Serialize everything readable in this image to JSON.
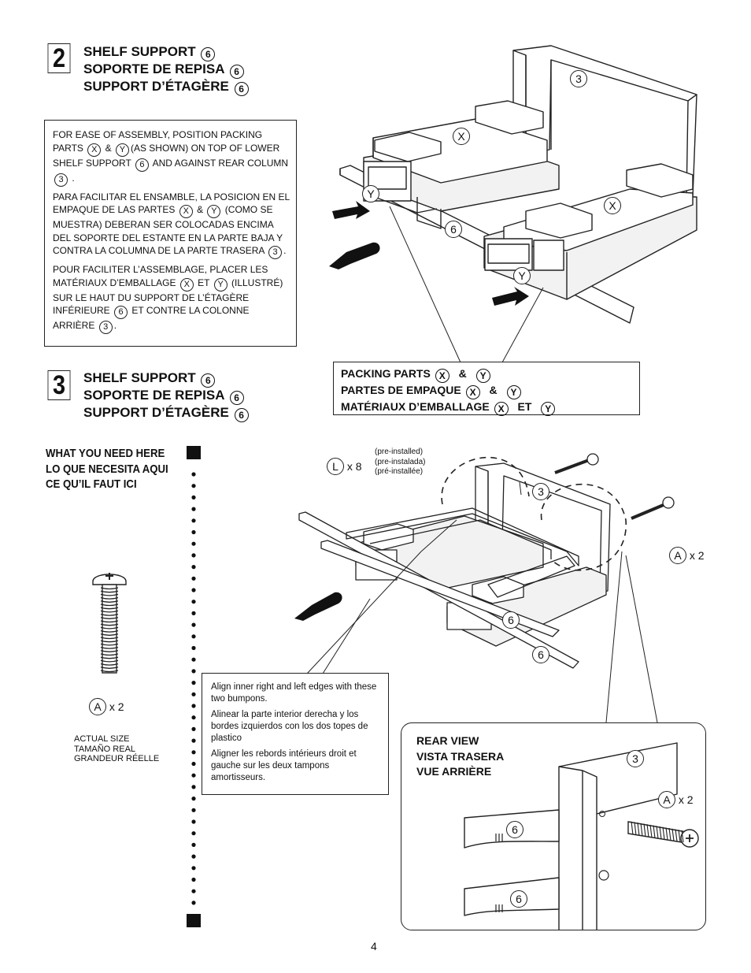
{
  "step2": {
    "number": "2",
    "heading": [
      "SHELF SUPPORT",
      "SOPORTE DE REPISA",
      "SUPPORT D’ÉTAGÈRE"
    ],
    "part": "6",
    "note": {
      "en": [
        "FOR EASE OF ASSEMBLY, POSITION PACKING PARTS",
        "&",
        "(AS SHOWN) ON TOP OF LOWER SHELF SUPPORT",
        "AND AGAINST REAR COLUMN",
        "."
      ],
      "es": [
        "PARA FACILITAR EL ENSAMBLE, LA POSICION EN EL EMPAQUE DE LAS PARTES",
        "&",
        "(COMO SE MUESTRA) DEBERAN SER COLOCADAS ENCIMA DEL SOPORTE DEL ESTANTE EN LA PARTE BAJA Y CONTRA LA COLUMNA DE LA PARTE TRASERA",
        "."
      ],
      "fr": [
        "POUR FACILITER L’ASSEMBLAGE, PLACER LES MATÉRIAUX D’EMBALLAGE",
        "ET",
        "(ILLUSTRÉ) SUR LE HAUT DU SUPPORT DE L’ÉTAGÈRE INFÉRIEURE",
        "ET CONTRE LA COLONNE ARRIÈRE",
        "."
      ]
    },
    "labels": {
      "x": "X",
      "y": "Y",
      "col": "3",
      "shelf": "6"
    },
    "packing_box": {
      "lines": [
        {
          "text": "PACKING PARTS",
          "joiner": "&"
        },
        {
          "text": "PARTES DE EMPAQUE",
          "joiner": "&"
        },
        {
          "text": "MATÉRIAUX D’EMBALLAGE",
          "joiner": "ET"
        }
      ]
    }
  },
  "step3": {
    "number": "3",
    "heading": [
      "SHELF SUPPORT",
      "SOPORTE DE REPISA",
      "SUPPORT D’ÉTAGÈRE"
    ],
    "part": "6",
    "what_you_need": [
      "WHAT YOU NEED HERE",
      "LO QUE NECESITA AQUI",
      "CE QU’IL FAUT ICI"
    ],
    "screw_label": "A",
    "screw_qty": "x 2",
    "actual_size": [
      "ACTUAL SIZE",
      "TAMAÑO REAL",
      "GRANDEUR RÉELLE"
    ],
    "preinstalled": [
      "(pre-installed)",
      "(pre-instalada)",
      "(pré-installée)"
    ],
    "l_label": "L",
    "l_qty": "x 8",
    "align_note": [
      "Align inner right and left edges with these two bumpons.",
      "Alinear la parte interior derecha  y los bordes izquierdos con los dos topes de plastico",
      "Aligner les rebords intérieurs droit et gauche sur les deux tampons amortisseurs."
    ],
    "rear_view": [
      "REAR VIEW",
      "VISTA TRASERA",
      "VUE ARRIÈRE"
    ]
  },
  "page_number": "4"
}
